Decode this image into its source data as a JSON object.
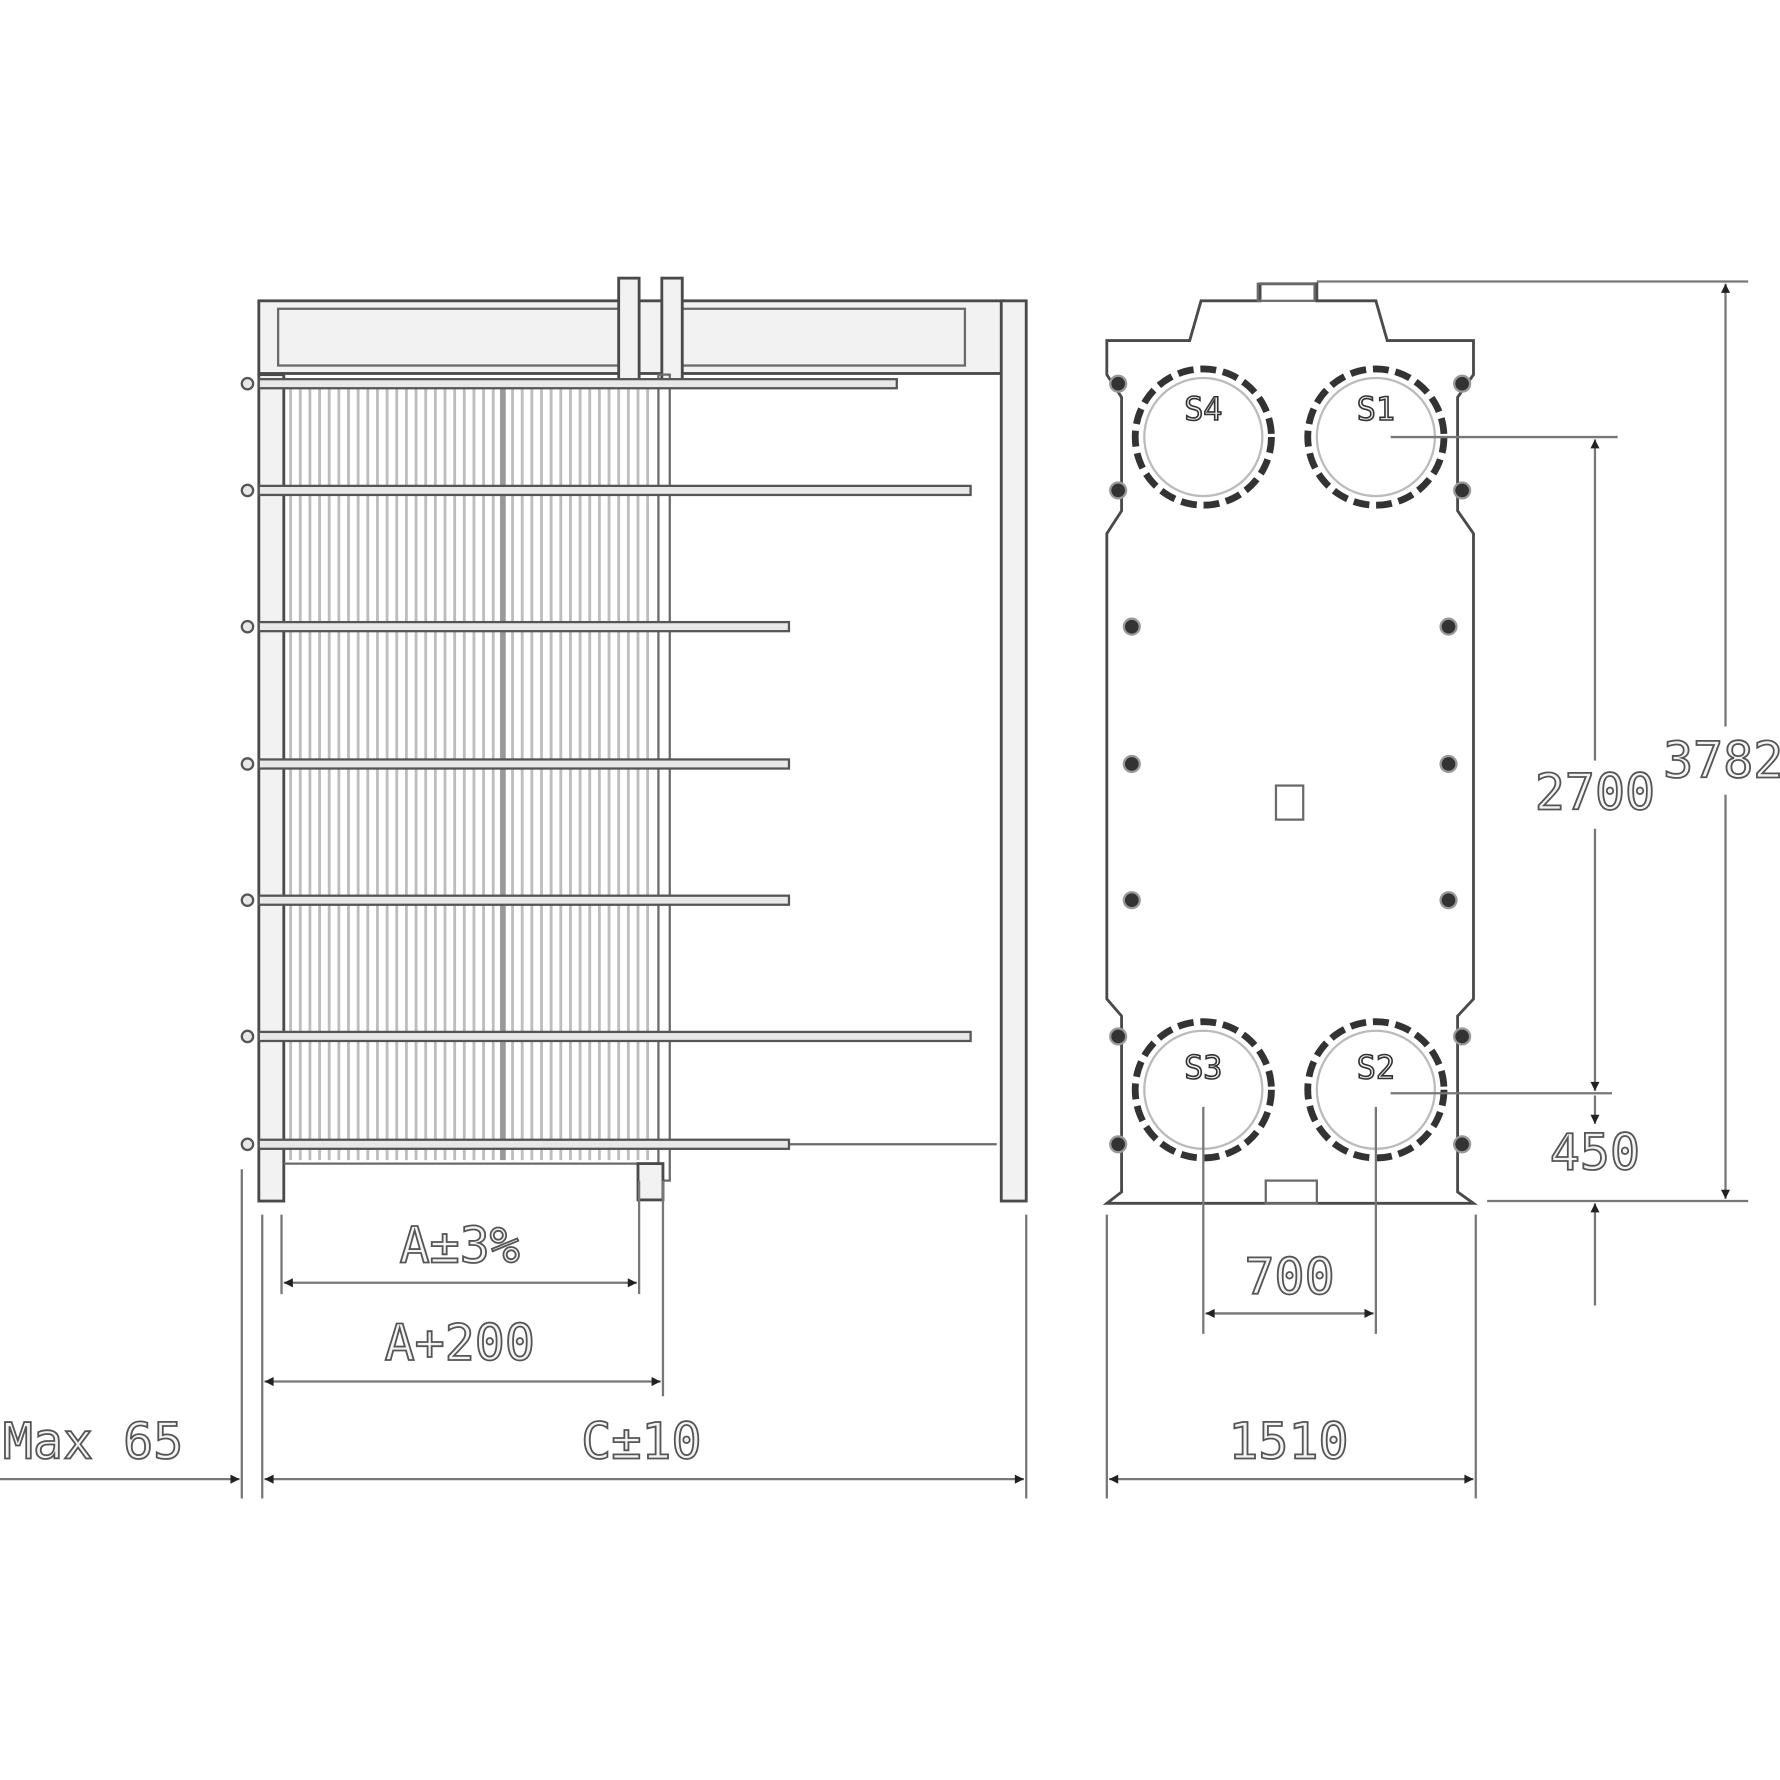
{
  "drawing": {
    "side_view": {
      "dimensions": {
        "plate_pack": "A±3%",
        "pack_plus": "A+200",
        "overall_length": "C±10",
        "max_offset": "Max 65"
      }
    },
    "front_view": {
      "ports": [
        "S1",
        "S2",
        "S3",
        "S4"
      ],
      "dimensions": {
        "port_horizontal": "700",
        "width": "1510",
        "port_vertical": "2700",
        "height": "3782",
        "bottom_offset": "450"
      }
    }
  }
}
